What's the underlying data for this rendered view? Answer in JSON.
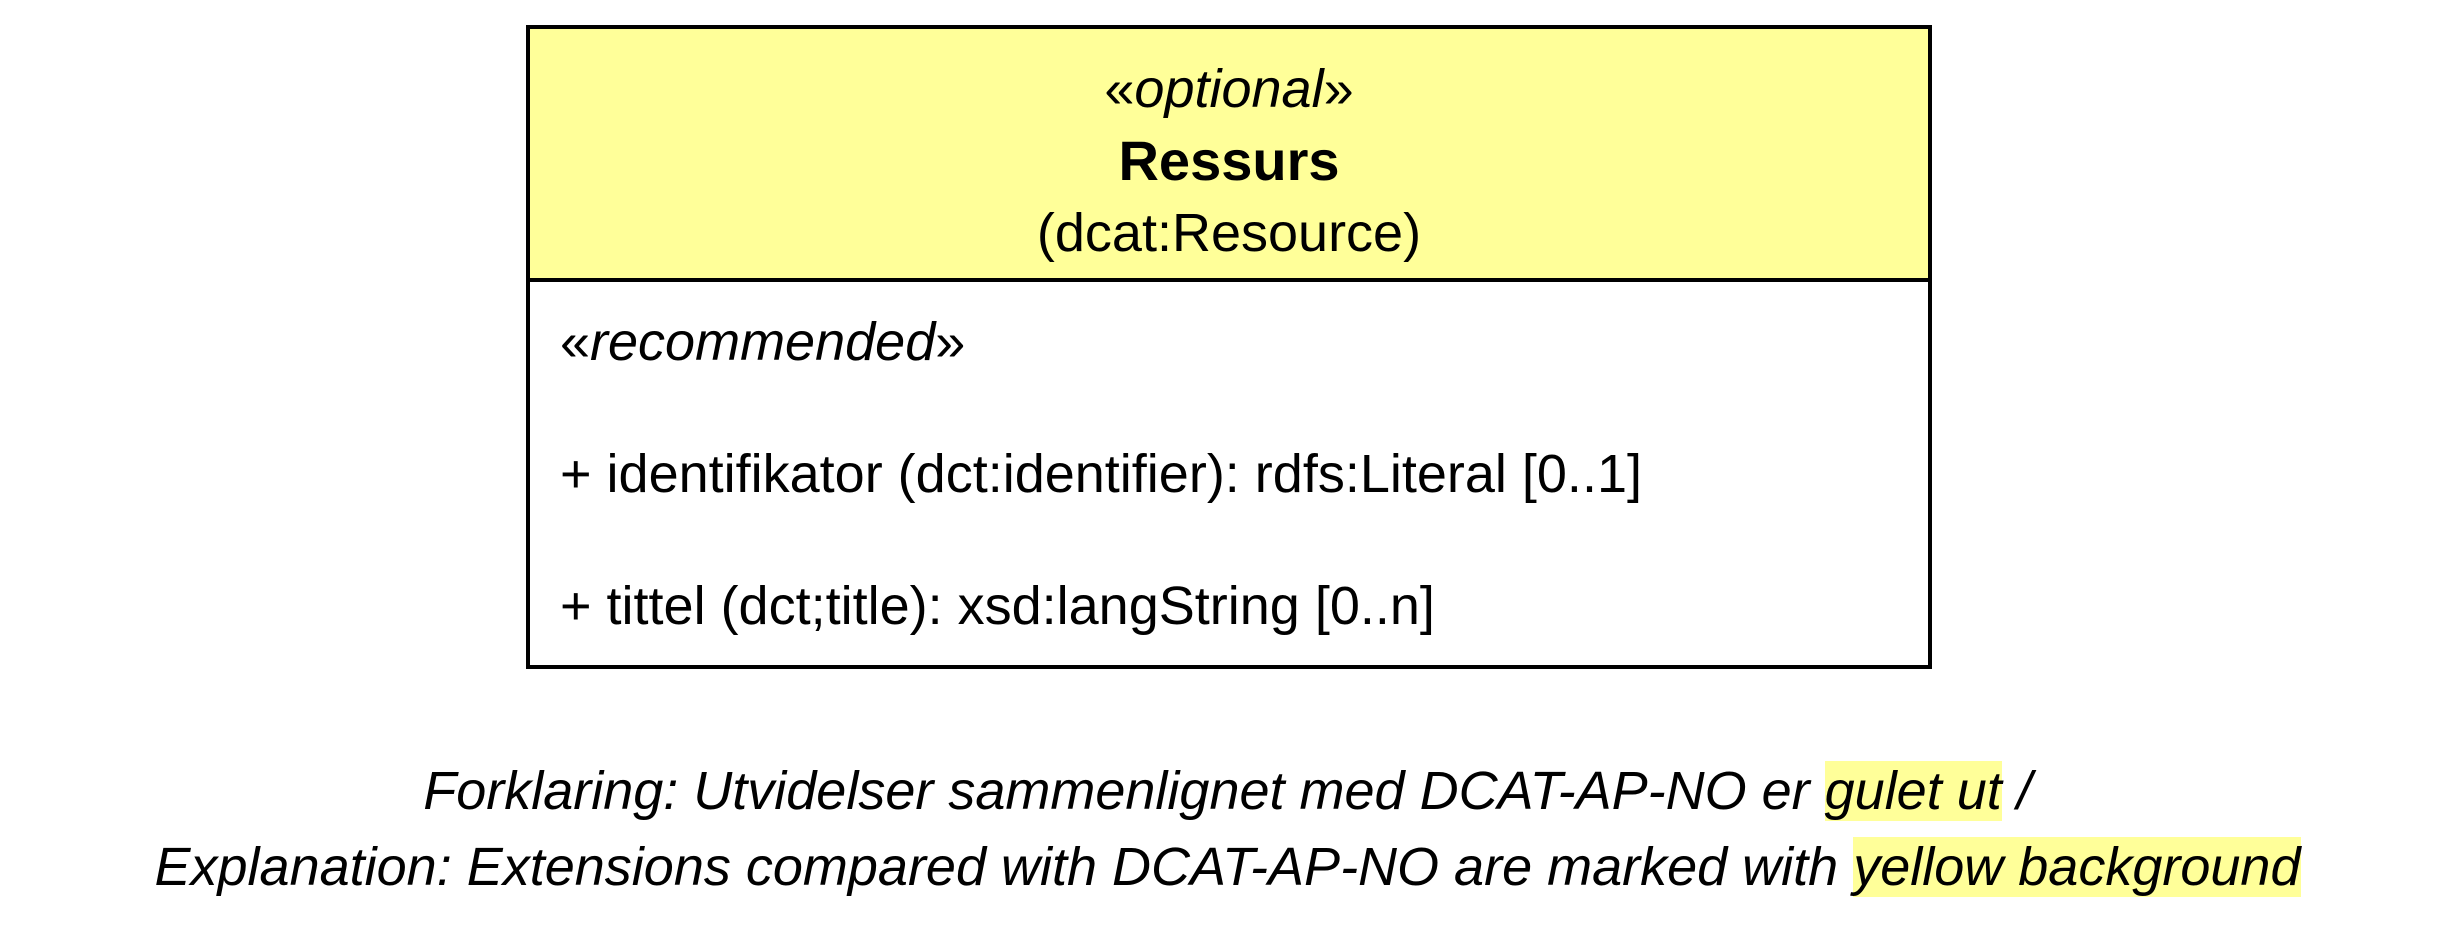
{
  "uml_class": {
    "stereotype_open": "«",
    "stereotype": "optional",
    "stereotype_close": "»",
    "name": "Ressurs",
    "uri": "(dcat:Resource)",
    "header_color": "#ffff99",
    "attribute_group": {
      "stereotype_open": "«",
      "stereotype": "recommended",
      "stereotype_close": "»",
      "attributes": [
        "+ identifikator (dct:identifier): rdfs:Literal [0..1]",
        "+ tittel (dct;title): xsd:langString [0..n]"
      ]
    }
  },
  "caption": {
    "line1_text": "Forklaring: Utvidelser sammenlignet med DCAT-AP-NO er ",
    "line1_highlight": "gulet ut",
    "line1_suffix": " /",
    "line2_text": "Explanation: Extensions compared with DCAT-AP-NO are marked with ",
    "line2_highlight": "yellow background",
    "highlight_color": "#ffff99"
  }
}
